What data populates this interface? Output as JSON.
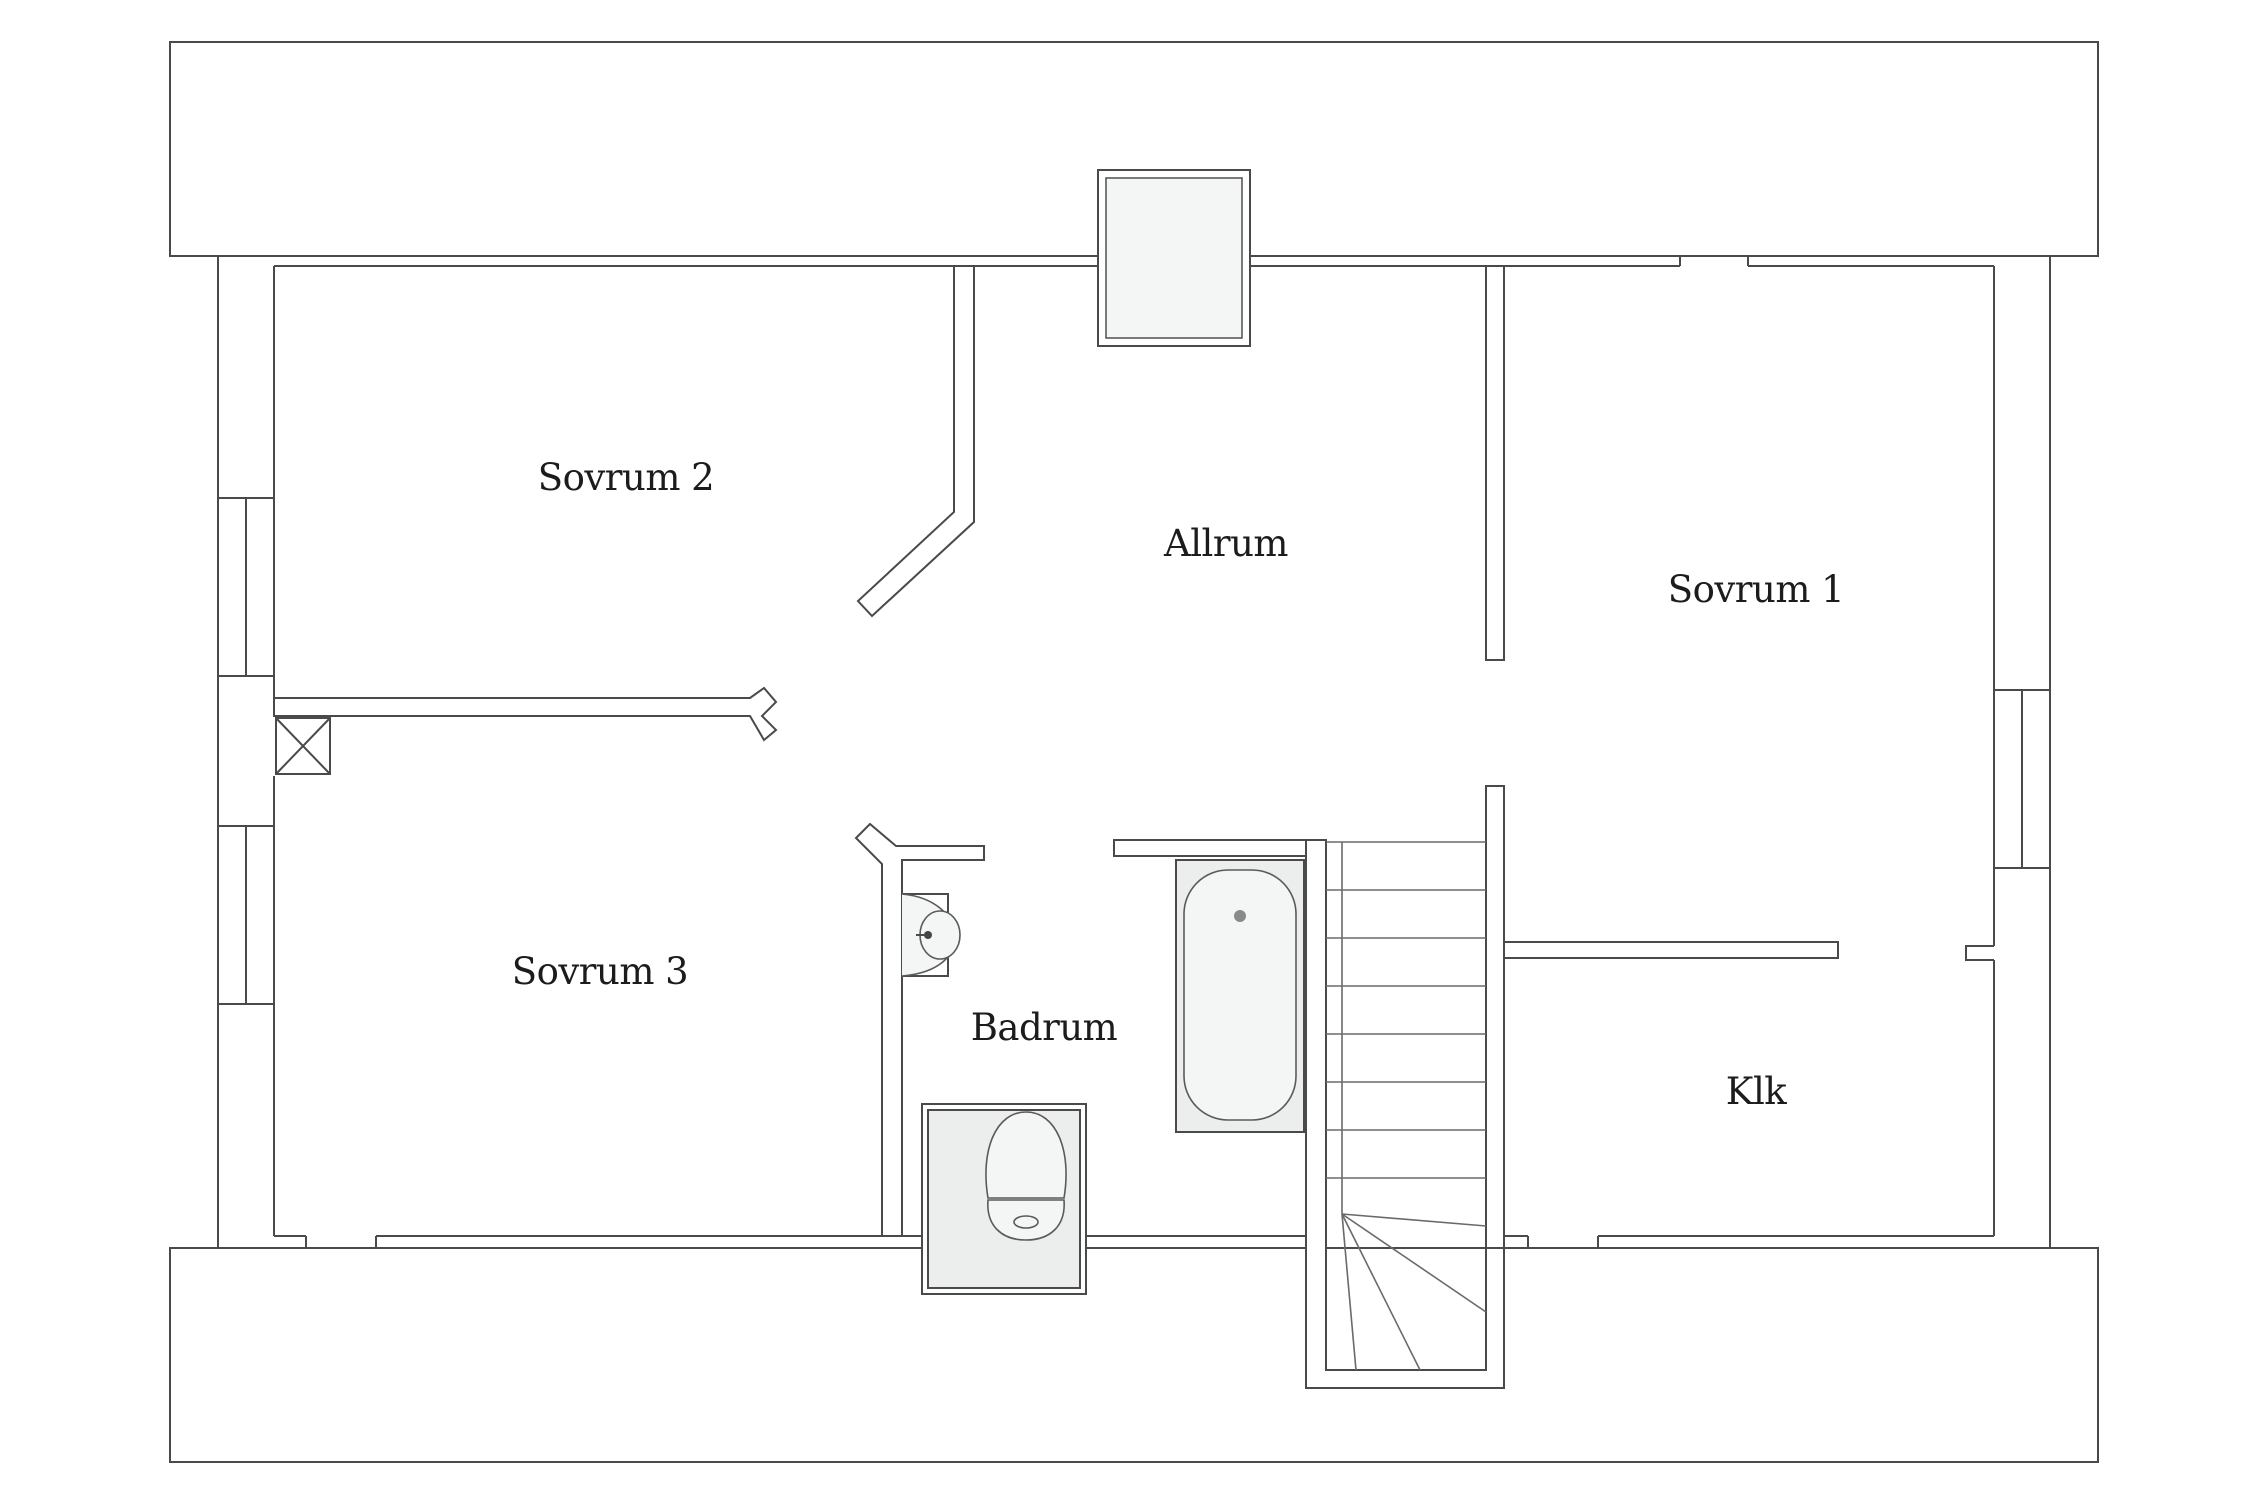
{
  "floorplan": {
    "rooms": [
      {
        "id": "sovrum-2",
        "label": "Sovrum 2"
      },
      {
        "id": "allrum",
        "label": "Allrum"
      },
      {
        "id": "sovrum-1",
        "label": "Sovrum 1"
      },
      {
        "id": "sovrum-3",
        "label": "Sovrum 3"
      },
      {
        "id": "badrum",
        "label": "Badrum"
      },
      {
        "id": "klk",
        "label": "Klk"
      }
    ]
  }
}
